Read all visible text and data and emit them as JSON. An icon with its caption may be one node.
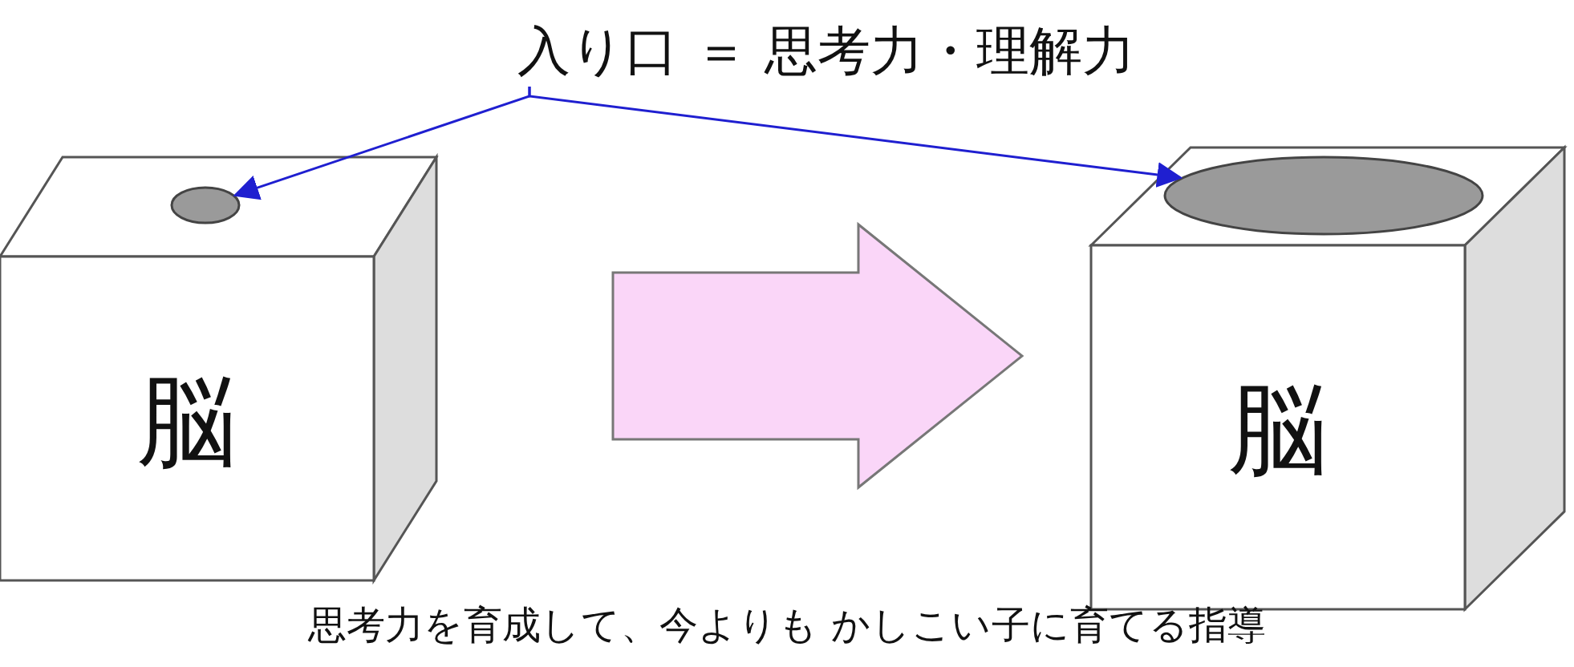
{
  "diagram": {
    "caption": "思考力を育成して、今よりも かしこい子に育てる指導",
    "nodes": [
      {
        "text": [
          "入り口 ＝ 思考力・理解力"
        ]
      },
      {
        "text": [
          "脳"
        ]
      },
      {
        "text": [],
        "shape": "ellipse"
      },
      {
        "text": [
          "脳"
        ]
      },
      {
        "text": [],
        "shape": "ellipse"
      }
    ],
    "edges": [
      {
        "from": 0,
        "to": 2,
        "arrow": "to"
      },
      {
        "from": 0,
        "to": 4,
        "arrow": "to"
      },
      {
        "from": 1,
        "to": 3,
        "arrow": "to",
        "style": "thick",
        "color": "#fad6f8"
      }
    ]
  }
}
